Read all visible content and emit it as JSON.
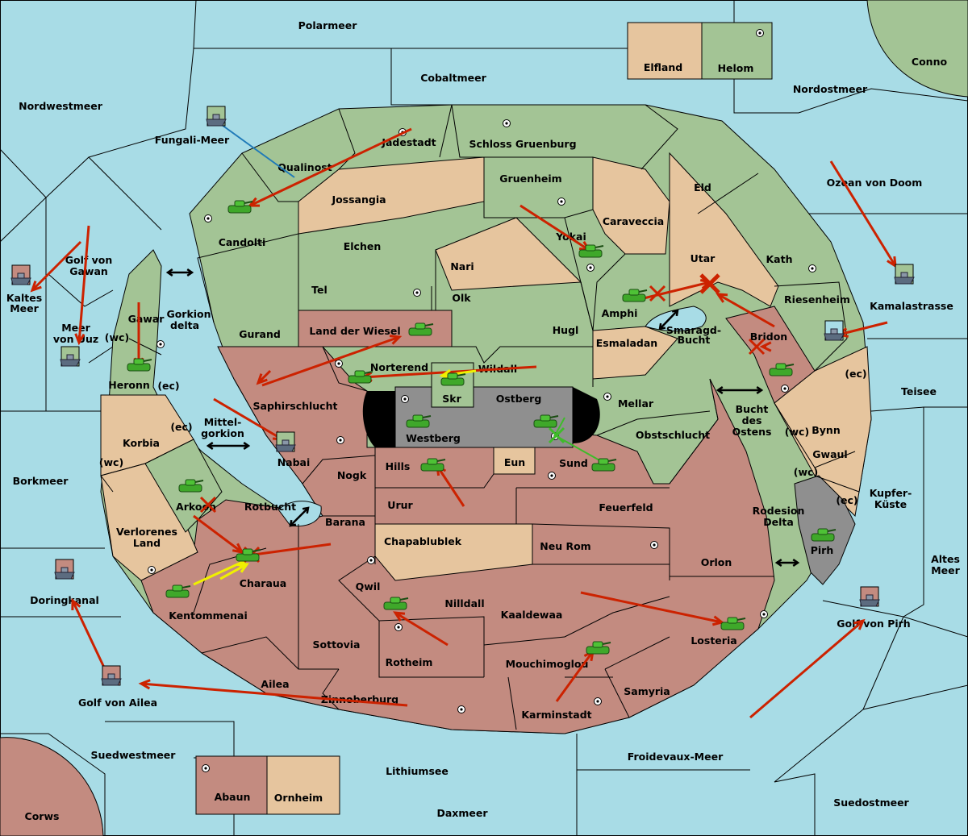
{
  "colors": {
    "sea": "#a8dce6",
    "green": "#a3c495",
    "red": "#c38b80",
    "tan": "#e6c59e",
    "grey": "#8f8f8f",
    "order_red": "#cc2200",
    "support_yellow": "#f0f000",
    "convoy_blue": "#1f7ab8",
    "convoy_green": "#3fbb2a"
  },
  "icons": {
    "army": "tank-icon",
    "fleet": "ship-icon",
    "supply_center": "dot-icon",
    "dislodged": "x-icon",
    "coast_switch": "double-arrow-icon"
  },
  "labels": [
    {
      "t": "Polarmeer"
    },
    {
      "t": "Cobaltmeer"
    },
    {
      "t": "Elfland"
    },
    {
      "t": "Helom"
    },
    {
      "t": "Conno"
    },
    {
      "t": "Nordostmeer"
    },
    {
      "t": "Nordwestmeer"
    },
    {
      "t": "Fungali-Meer"
    },
    {
      "t": "Jadestadt"
    },
    {
      "t": "Schloss Gruenburg"
    },
    {
      "t": "Qualinost"
    },
    {
      "t": "Gruenheim"
    },
    {
      "t": "Eld"
    },
    {
      "t": "Ozean von Doom"
    },
    {
      "t": "Jossangia"
    },
    {
      "t": "Caraveccia"
    },
    {
      "t": "Candolti"
    },
    {
      "t": "Elchen"
    },
    {
      "t": "Yokai"
    },
    {
      "t": "Utar"
    },
    {
      "t": "Kath"
    },
    {
      "t": "Golf von"
    },
    {
      "t": "Gawan"
    },
    {
      "t": "Nari"
    },
    {
      "t": "Kaltes"
    },
    {
      "t": "Meer"
    },
    {
      "t": "Tel"
    },
    {
      "t": "Olk"
    },
    {
      "t": "Amphi"
    },
    {
      "t": "Riesenheim"
    },
    {
      "t": "Kamalastrasse"
    },
    {
      "t": "Gawar"
    },
    {
      "t": "Gorkion"
    },
    {
      "t": "delta"
    },
    {
      "t": "Meer"
    },
    {
      "t": "von Uuz"
    },
    {
      "t": "Gurand"
    },
    {
      "t": "Land der Wiesel"
    },
    {
      "t": "Hugl"
    },
    {
      "t": "Smaragd-"
    },
    {
      "t": "Bucht"
    },
    {
      "t": "Bridon"
    },
    {
      "t": "(wc)"
    },
    {
      "t": "Esmaladan"
    },
    {
      "t": "Heronn"
    },
    {
      "t": "(ec)"
    },
    {
      "t": "Norterend"
    },
    {
      "t": "Wildall"
    },
    {
      "t": "(ec)"
    },
    {
      "t": "Saphirschlucht"
    },
    {
      "t": "Skr"
    },
    {
      "t": "Ostberg"
    },
    {
      "t": "Mellar"
    },
    {
      "t": "Teisee"
    },
    {
      "t": "Bucht"
    },
    {
      "t": "des"
    },
    {
      "t": "Ostens"
    },
    {
      "t": "Mittel-"
    },
    {
      "t": "gorkion"
    },
    {
      "t": "(ec)"
    },
    {
      "t": "Westberg"
    },
    {
      "t": "Obstschlucht"
    },
    {
      "t": "Bynn"
    },
    {
      "t": "(wc)"
    },
    {
      "t": "Korbia"
    },
    {
      "t": "(wc)"
    },
    {
      "t": "Nabai"
    },
    {
      "t": "Eun"
    },
    {
      "t": "Gwaul"
    },
    {
      "t": "Hills"
    },
    {
      "t": "Sund"
    },
    {
      "t": "Nogk"
    },
    {
      "t": "(wc)"
    },
    {
      "t": "Borkmeer"
    },
    {
      "t": "Kupfer-"
    },
    {
      "t": "Küste"
    },
    {
      "t": "Arkoon"
    },
    {
      "t": "Urur"
    },
    {
      "t": "Feuerfeld"
    },
    {
      "t": "(ec)"
    },
    {
      "t": "Rotbucht"
    },
    {
      "t": "Rodesion"
    },
    {
      "t": "Delta"
    },
    {
      "t": "Barana"
    },
    {
      "t": "Verlorenes"
    },
    {
      "t": "Land"
    },
    {
      "t": "Chapablublek"
    },
    {
      "t": "Neu Rom"
    },
    {
      "t": "Pirh"
    },
    {
      "t": "Altes"
    },
    {
      "t": "Meer"
    },
    {
      "t": "Orlon"
    },
    {
      "t": "Charaua"
    },
    {
      "t": "Qwil"
    },
    {
      "t": "Doringkanal"
    },
    {
      "t": "Nilldall"
    },
    {
      "t": "Kentommenai"
    },
    {
      "t": "Kaaldewaa"
    },
    {
      "t": "Golf von Pirh"
    },
    {
      "t": "Losteria"
    },
    {
      "t": "Sottovia"
    },
    {
      "t": "Rotheim"
    },
    {
      "t": "Mouchimoglou"
    },
    {
      "t": "Ailea"
    },
    {
      "t": "Samyria"
    },
    {
      "t": "Zinnoberburg"
    },
    {
      "t": "Golf von Ailea"
    },
    {
      "t": "Karminstadt"
    },
    {
      "t": "Suedwestmeer"
    },
    {
      "t": "Froidevaux-Meer"
    },
    {
      "t": "Lithiumsee"
    },
    {
      "t": "Suedostmeer"
    },
    {
      "t": "Abaun"
    },
    {
      "t": "Ornheim"
    },
    {
      "t": "Daxmeer"
    },
    {
      "t": "Corws"
    }
  ]
}
